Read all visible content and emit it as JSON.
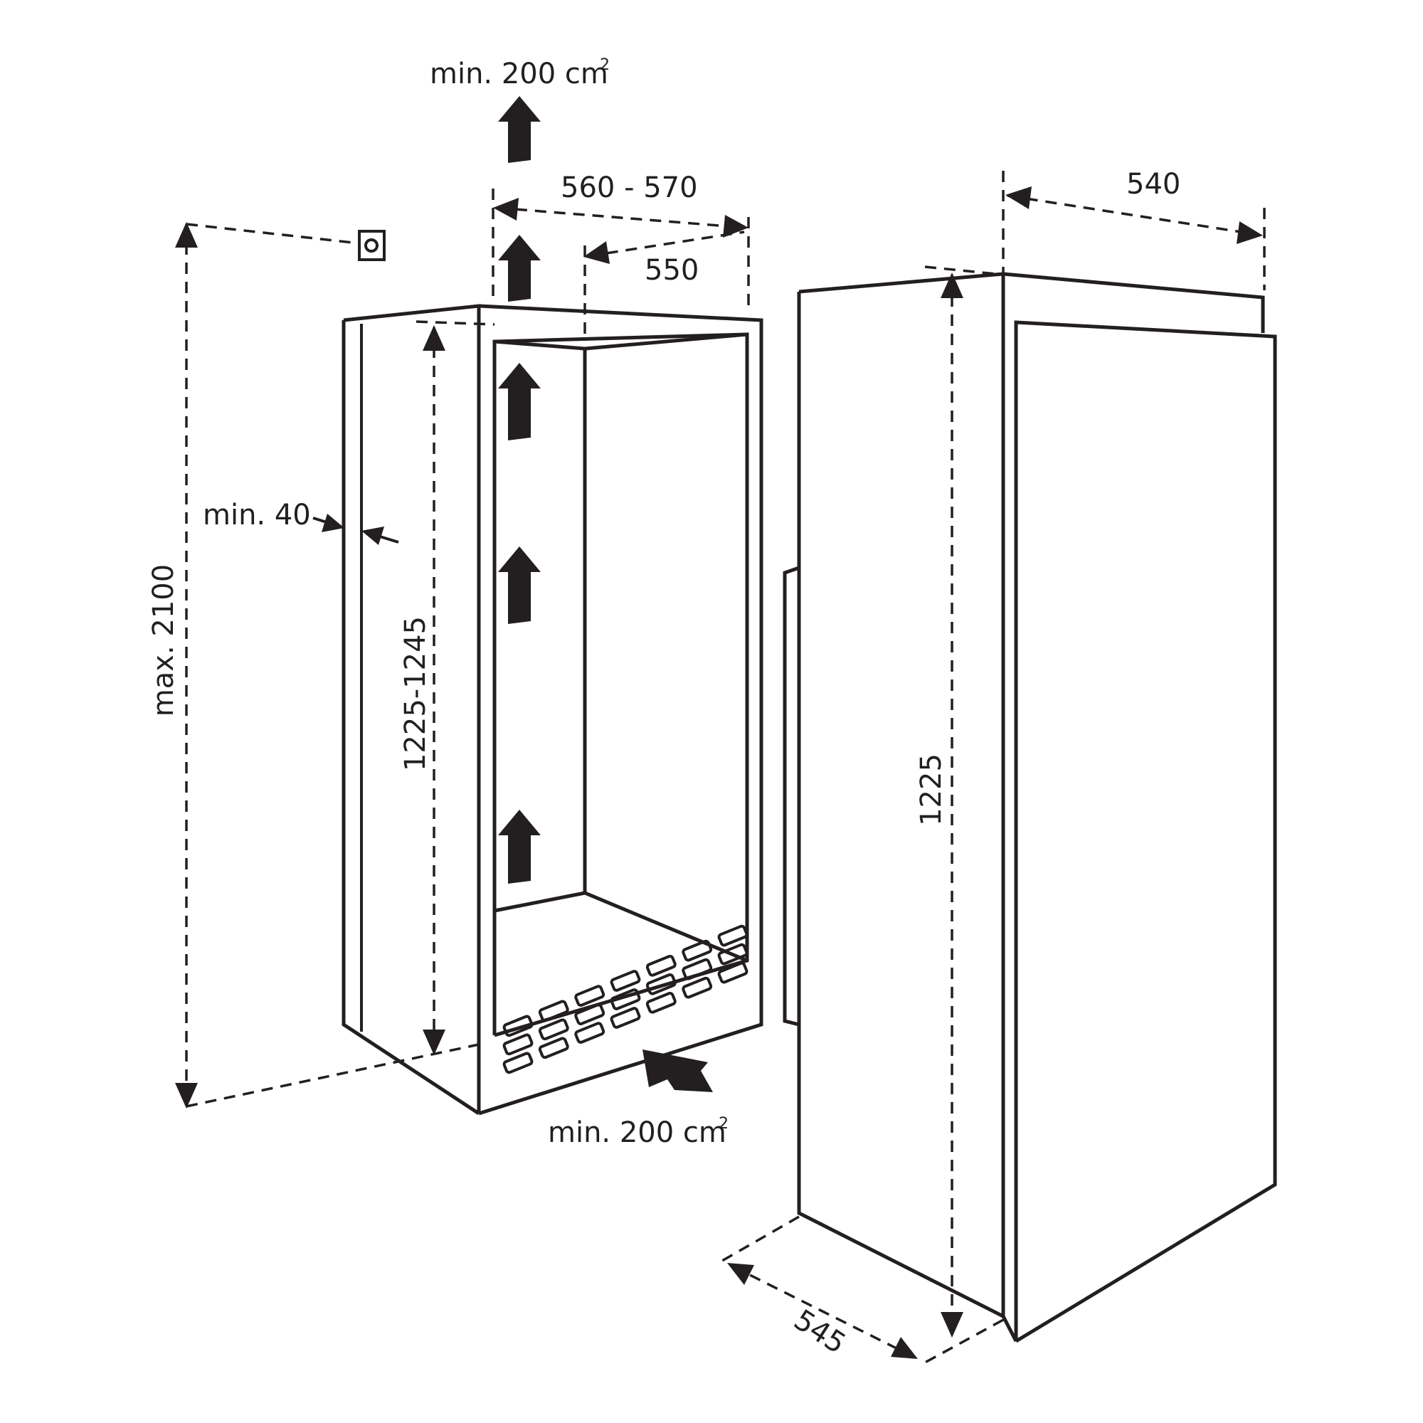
{
  "labels": {
    "top_vent": "min. 200 cm",
    "top_vent_sup": "2",
    "niche_width": "560 - 570",
    "niche_depth": "550",
    "max_height": "max. 2100",
    "side_gap": "min. 40",
    "niche_height": "1225-1245",
    "bottom_vent": "min. 200 cm",
    "bottom_vent_sup": "2",
    "appliance_width": "540",
    "appliance_height": "1225",
    "appliance_depth": "545"
  },
  "icons": {
    "socket": "power-socket-icon",
    "airflow": "airflow-arrow-icon"
  },
  "colors": {
    "line": "#231f20",
    "background": "#ffffff"
  }
}
